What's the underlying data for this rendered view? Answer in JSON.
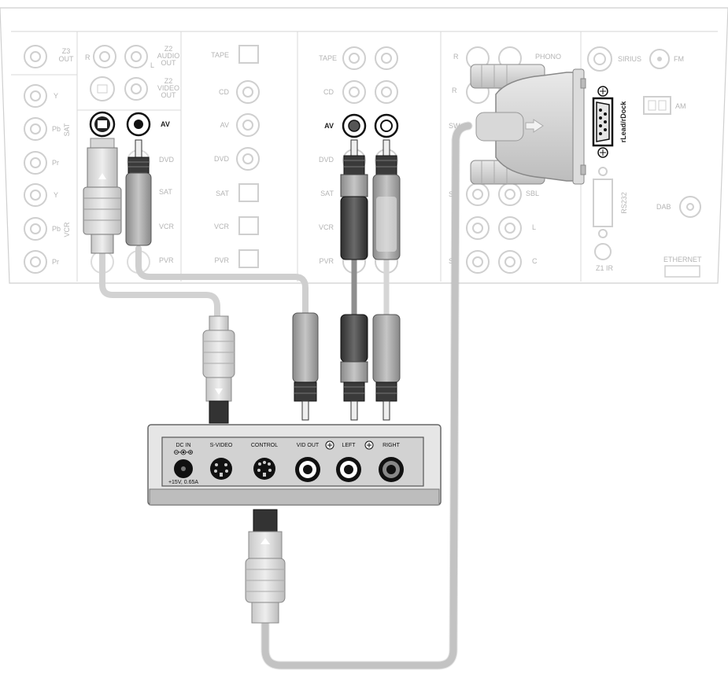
{
  "receiver": {
    "col1": {
      "z3_out": "Z3\nOUT",
      "y": "Y",
      "pb": "Pb",
      "pr": "Pr",
      "sat": "SAT",
      "y2": "Y",
      "pb2": "Pb",
      "pr2": "Pr",
      "vcr": "VCR"
    },
    "col2": {
      "r": "R",
      "l": "L",
      "z2_audio_out": "Z2\nAUDIO\nOUT",
      "z2_video_out": "Z2\nVIDEO\nOUT",
      "av": "AV",
      "dvd": "DVD",
      "sat": "SAT",
      "vcr": "VCR",
      "pvr": "PVR"
    },
    "col3": {
      "tape": "TAPE",
      "cd": "CD",
      "av": "AV",
      "dvd": "DVD",
      "sat": "SAT",
      "vcr": "VCR",
      "pvr": "PVR"
    },
    "col4": {
      "tape": "TAPE",
      "cd": "CD",
      "av": "AV",
      "dvd": "DVD",
      "sat": "SAT",
      "vcr": "VCR",
      "pvr": "PVR"
    },
    "col5": {
      "r": "R",
      "r2": "R",
      "phono": "PHONO",
      "sw": "SW",
      "sbl": "SBL",
      "l": "L",
      "c": "C",
      "s": "S",
      "s2": "S"
    },
    "col6": {
      "sirius": "SIRIUS",
      "fm": "FM",
      "am": "AM",
      "rlead": "rLead/rDock",
      "rs232": "RS232",
      "dab": "DAB",
      "z1_ir": "Z1 IR",
      "ethernet": "ETHERNET"
    }
  },
  "device": {
    "dc_in": "DC IN",
    "s_video": "S-VIDEO",
    "control": "CONTROL",
    "vid_out": "VID OUT",
    "left": "LEFT",
    "right": "RIGHT",
    "power_spec": "+15V, 0.65A"
  },
  "colors": {
    "panel": "#ffffff",
    "panel_line": "#c8c8c8",
    "cable_light": "#cfcfcf",
    "cable_dark": "#444444",
    "cable_mid": "#9a9a9a",
    "device_body": "#d6d6d6",
    "device_face": "#c4c4c4"
  }
}
